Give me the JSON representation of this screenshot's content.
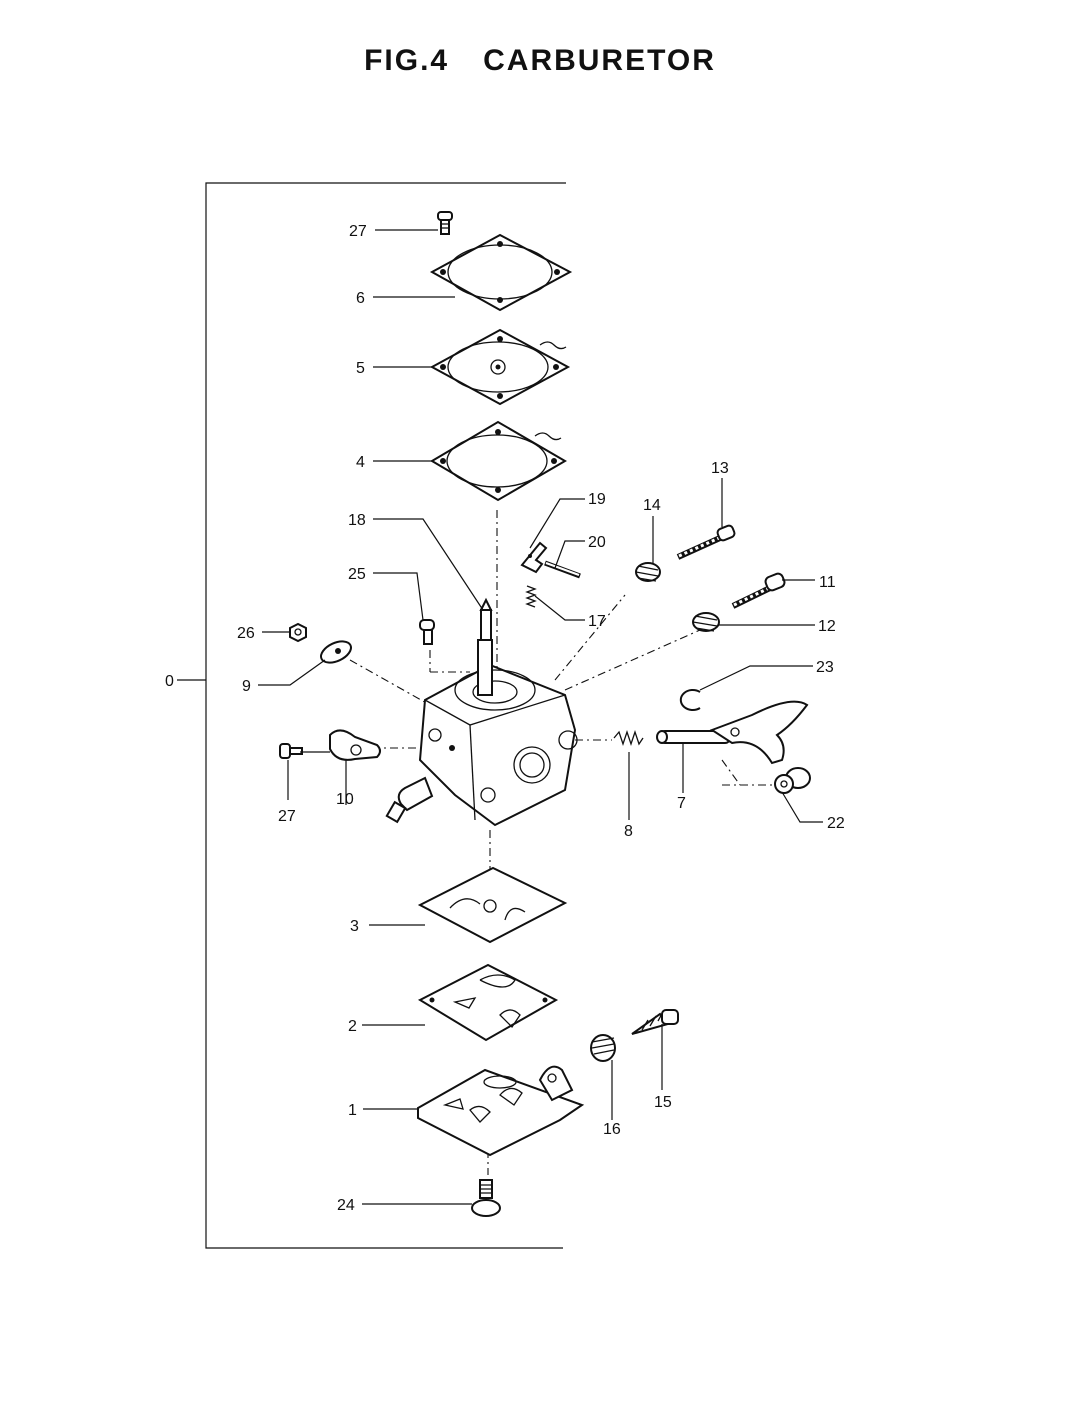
{
  "title": {
    "fig": "FIG.4",
    "name": "CARBURETOR"
  },
  "callouts": [
    "0",
    "1",
    "2",
    "3",
    "4",
    "5",
    "6",
    "7",
    "8",
    "9",
    "10",
    "11",
    "12",
    "13",
    "14",
    "15",
    "16",
    "17",
    "18",
    "19",
    "20",
    "22",
    "23",
    "24",
    "25",
    "26",
    "27",
    "27"
  ]
}
